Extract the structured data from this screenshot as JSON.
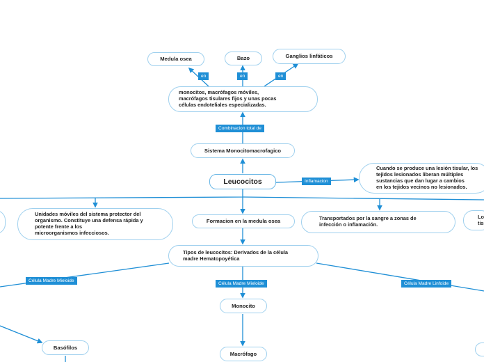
{
  "root": {
    "label": "Leucocitos"
  },
  "nodes": {
    "medula_osea": "Medula osea",
    "bazo": "Bazo",
    "ganglios": "Ganglios linfáticos",
    "monocitos_desc": "monocitos, macrófagos móviles,\nmacrófagos tisulares fijos y unas pocas\ncélulas endoteliales especializadas.",
    "sistema": "Sistema Monocitomacrofagico",
    "inflamacion_desc": "Cuando se produce una lesión tisular, los\ntejidos lesionados liberan múltiples\nsustancias que dan lugar a cambios\nen los tejidos vecinos no lesionados.",
    "unidades_moviles": "Unidades móviles del sistema protector del\norganismo. Constituye una defensa rápida y\npotente frente a los\n microorganismos infecciosos.",
    "formacion": "Formacion en la medula osea",
    "transportados": "Transportados por la sangre a zonas de\ninfección o inflamación.",
    "right_edge": "Lo\ntis",
    "tipos": "Tipos de leucocitos: Derivados de la célula\nmadre Hematopoyética",
    "monocito": "Monocito",
    "basofilos": "Basófilos",
    "macrofago": "Macrófago"
  },
  "tags": {
    "en_1": "en",
    "en_2": "en",
    "en_3": "en",
    "combinacion": "Combinacion total de",
    "inflamacion": "Inflamacion",
    "mieloide_left": "Célula Madre Mieloide",
    "mieloide_center": "Célula Madre Mieloide",
    "linfoide": "Célula Madre Linfoide"
  },
  "colors": {
    "line": "#1f8fd6",
    "node_border": "#9fd0ee",
    "tag_bg": "#1f8fd6"
  }
}
